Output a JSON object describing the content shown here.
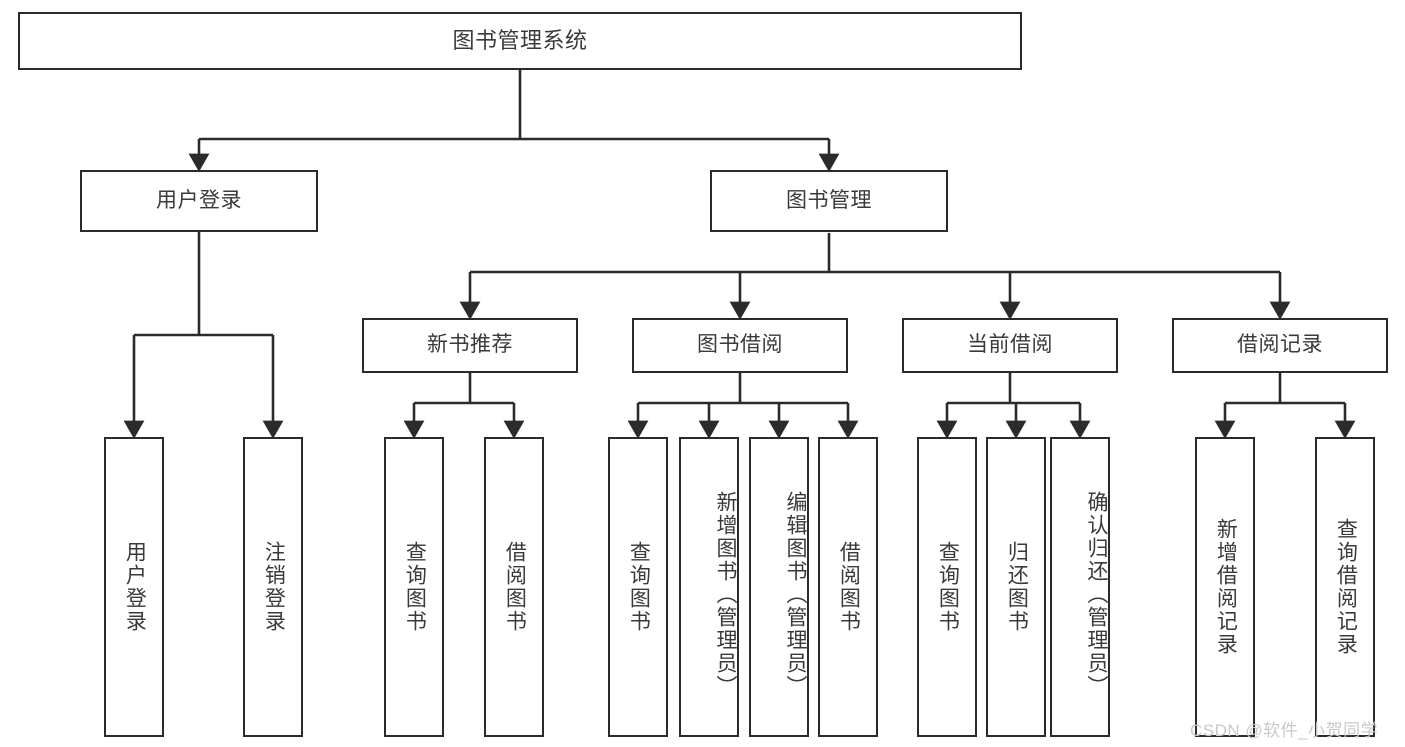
{
  "diagram": {
    "title": "图书管理系统",
    "type": "tree-hierarchy-chart",
    "colors": {
      "border": "#2b2b2b",
      "text": "#3a3a3a",
      "background": "#ffffff",
      "watermark": "#c9c9c9"
    },
    "root": {
      "label": "图书管理系统"
    },
    "level2": [
      {
        "label": "用户登录"
      },
      {
        "label": "图书管理"
      }
    ],
    "level3": [
      {
        "label": "新书推荐"
      },
      {
        "label": "图书借阅"
      },
      {
        "label": "当前借阅"
      },
      {
        "label": "借阅记录"
      }
    ],
    "leaves": {
      "user_login": [
        {
          "label": "用户登录"
        },
        {
          "label": "注销登录"
        }
      ],
      "new_book": [
        {
          "label": "查询图书"
        },
        {
          "label": "借阅图书"
        }
      ],
      "book_borrow": [
        {
          "label": "查询图书"
        },
        {
          "label": "新增图书（管理员）"
        },
        {
          "label": "编辑图书（管理员）"
        },
        {
          "label": "借阅图书"
        }
      ],
      "current_borrow": [
        {
          "label": "查询图书"
        },
        {
          "label": "归还图书"
        },
        {
          "label": "确认归还（管理员）"
        }
      ],
      "borrow_record": [
        {
          "label": "新增借阅记录"
        },
        {
          "label": "查询借阅记录"
        }
      ]
    },
    "watermark": "CSDN @软件_小贺同学"
  }
}
